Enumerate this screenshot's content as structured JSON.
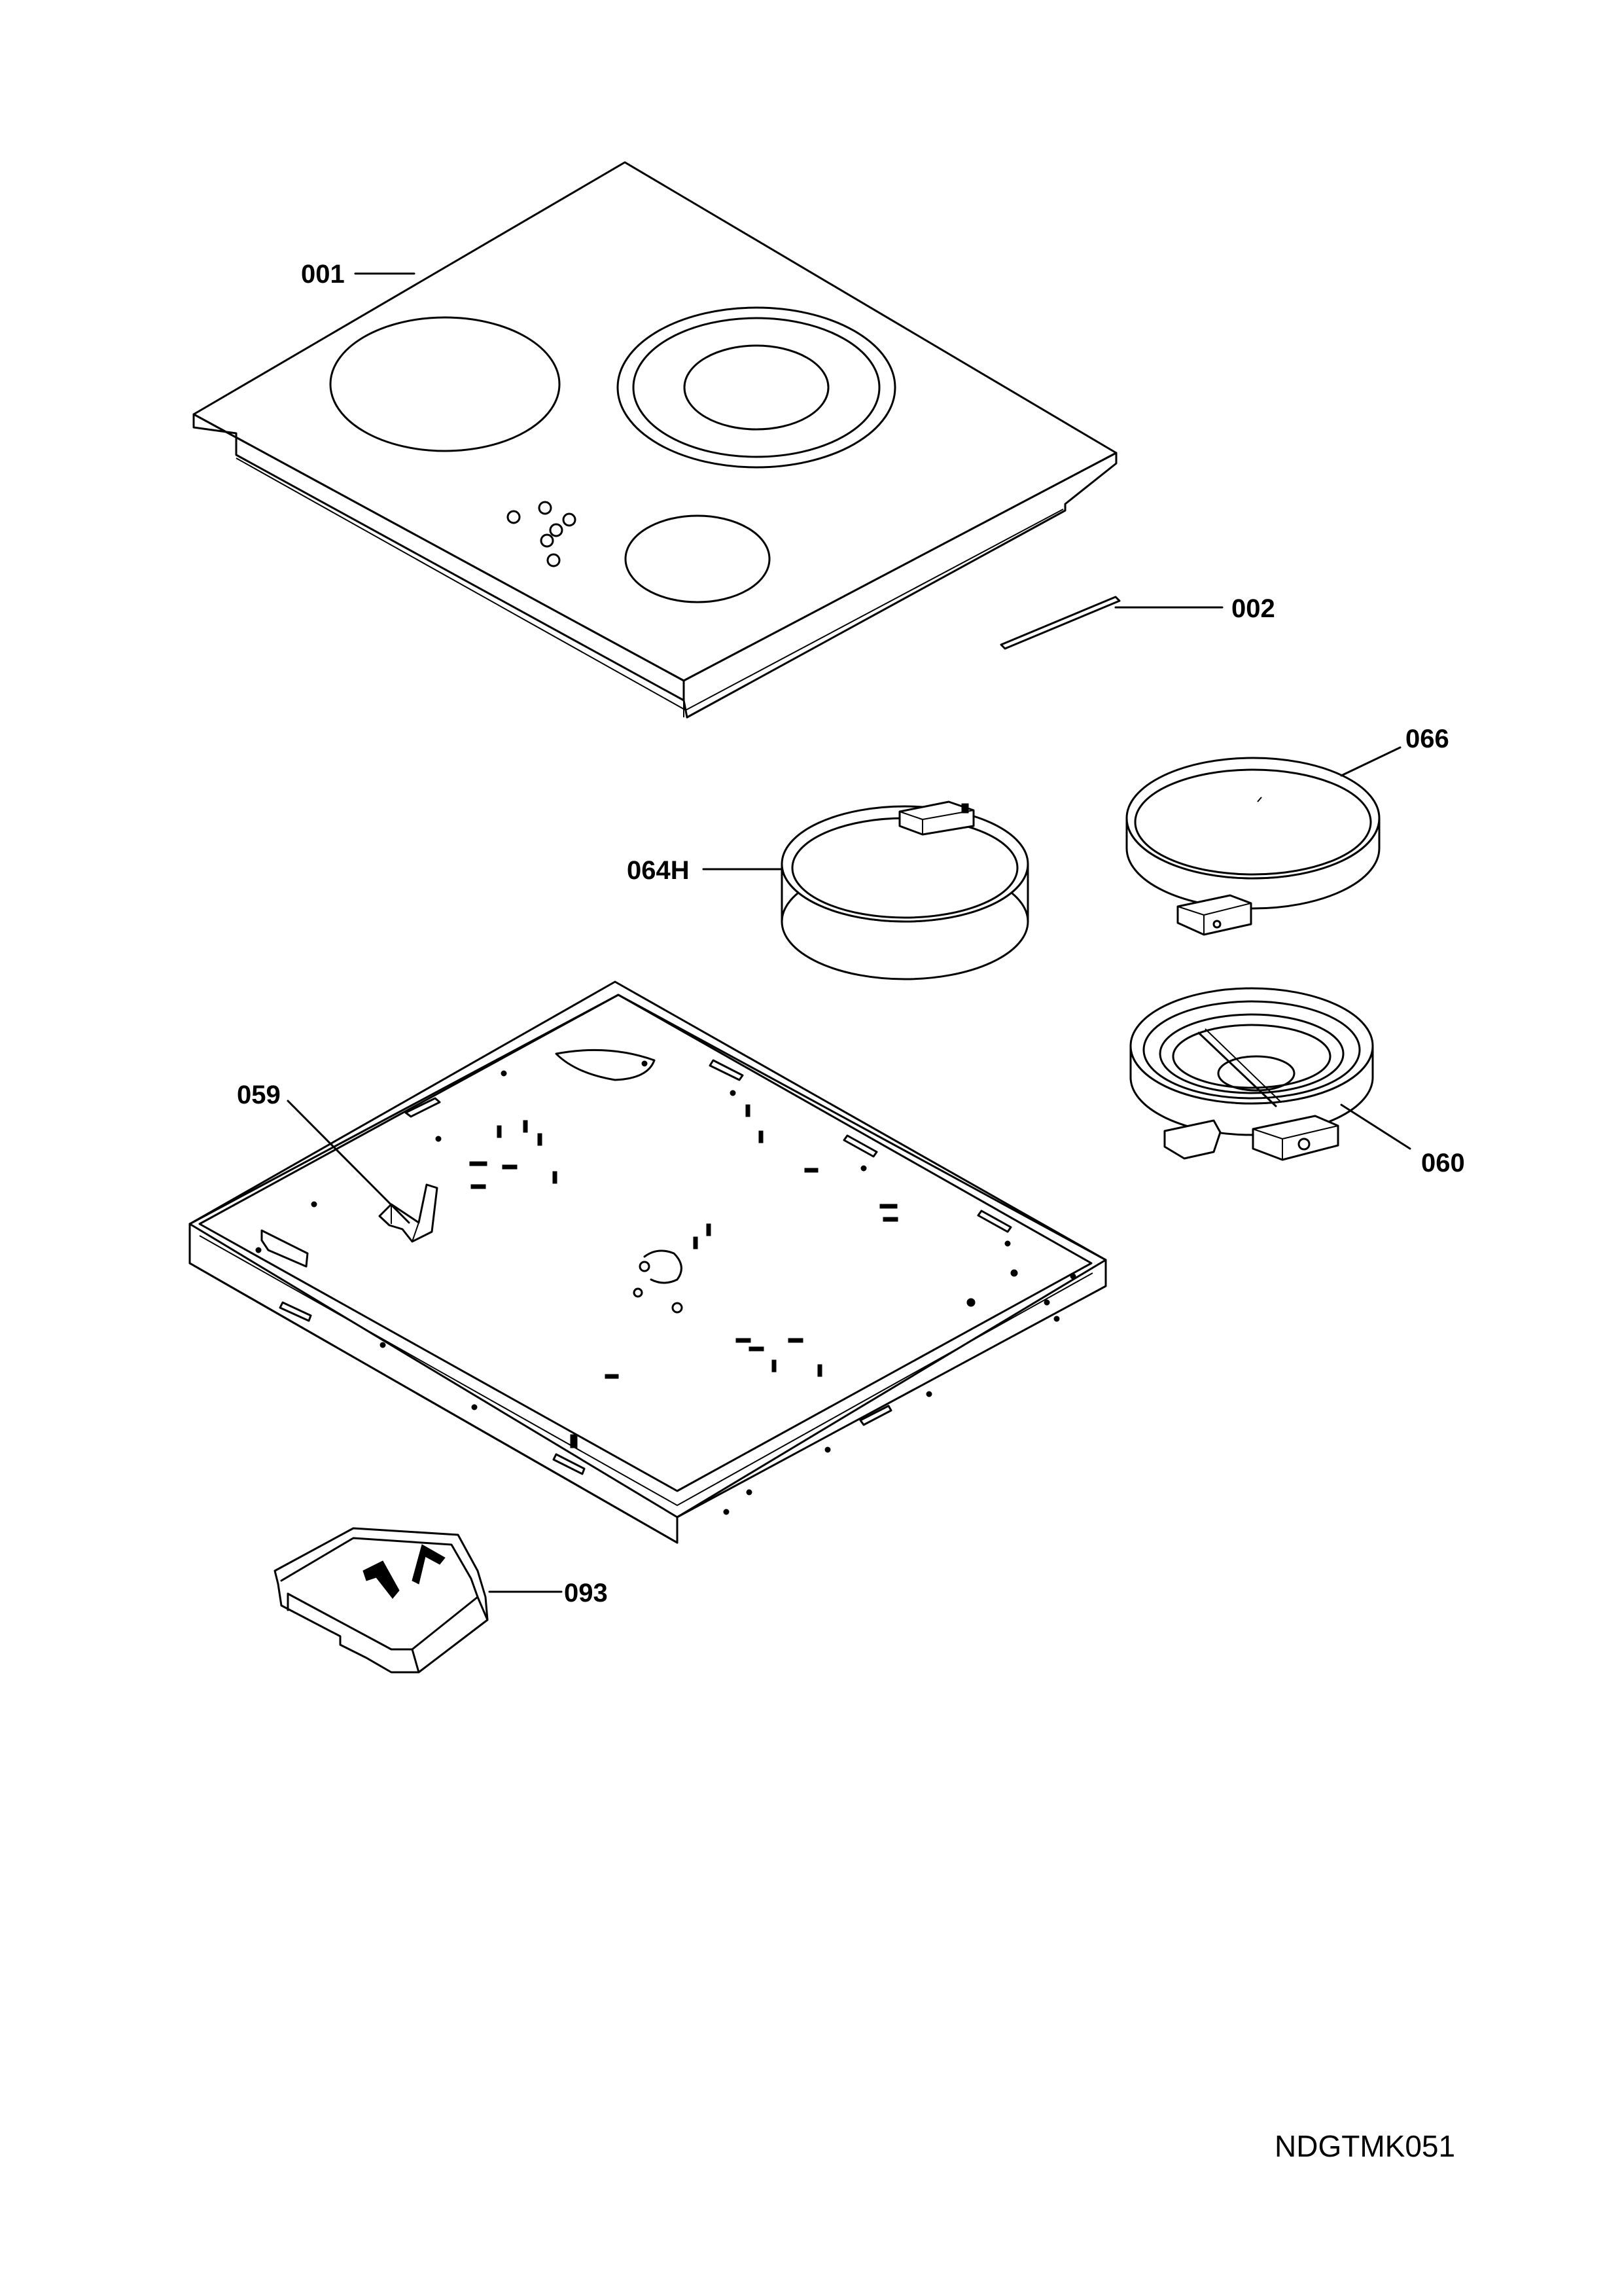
{
  "labels": {
    "p001": "001",
    "p002": "002",
    "p066": "066",
    "p064h": "064H",
    "p059": "059",
    "p060": "060",
    "p093": "093"
  },
  "document_code": "NDGTMK051"
}
